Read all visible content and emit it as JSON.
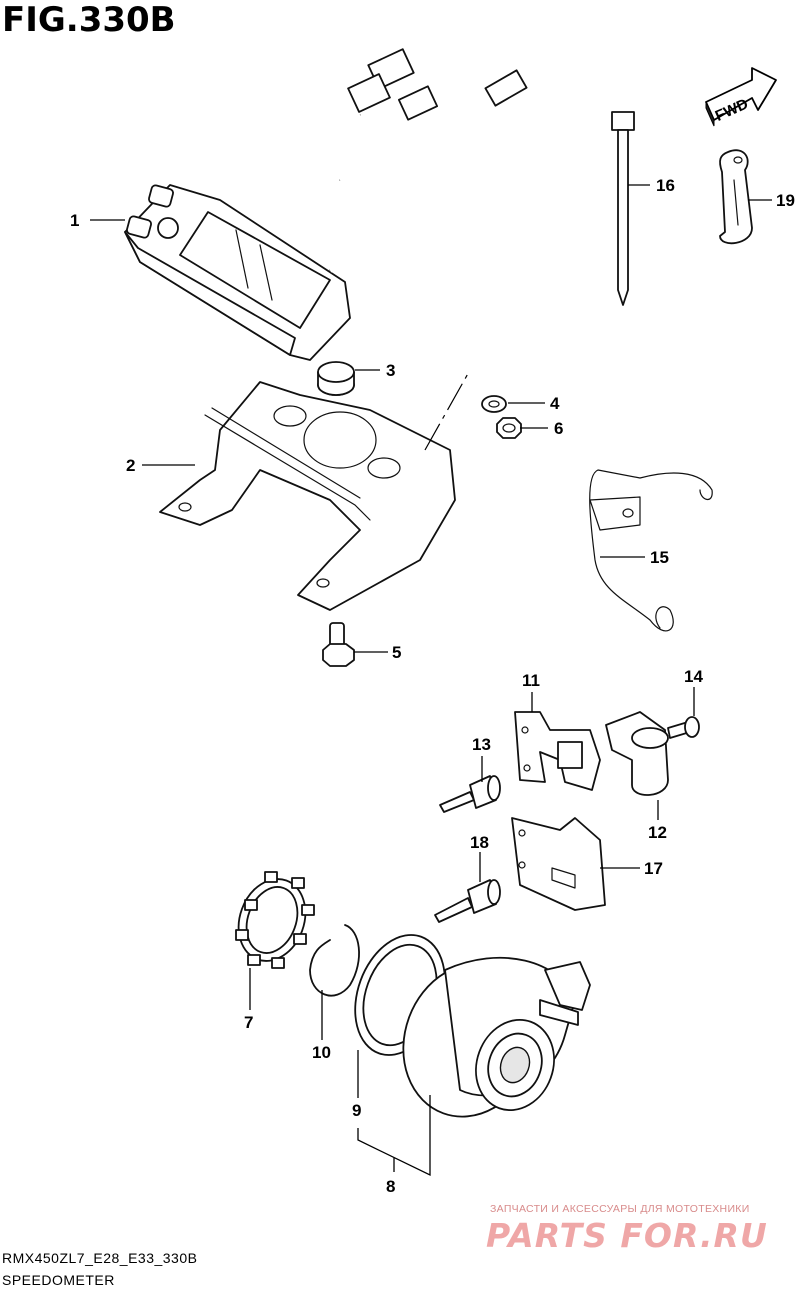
{
  "figure": {
    "title": "FIG.330B",
    "model_code": "RMX450ZL7_E28_E33_330B",
    "name": "SPEEDOMETER",
    "direction_label": "FWD"
  },
  "callouts": [
    {
      "id": "1",
      "label": "1"
    },
    {
      "id": "2",
      "label": "2"
    },
    {
      "id": "3",
      "label": "3"
    },
    {
      "id": "4",
      "label": "4"
    },
    {
      "id": "5",
      "label": "5"
    },
    {
      "id": "6",
      "label": "6"
    },
    {
      "id": "7",
      "label": "7"
    },
    {
      "id": "8",
      "label": "8"
    },
    {
      "id": "9",
      "label": "9"
    },
    {
      "id": "10",
      "label": "10"
    },
    {
      "id": "11",
      "label": "11"
    },
    {
      "id": "12",
      "label": "12"
    },
    {
      "id": "13",
      "label": "13"
    },
    {
      "id": "14",
      "label": "14"
    },
    {
      "id": "15",
      "label": "15"
    },
    {
      "id": "16",
      "label": "16"
    },
    {
      "id": "17",
      "label": "17"
    },
    {
      "id": "18",
      "label": "18"
    },
    {
      "id": "19",
      "label": "19"
    }
  ],
  "watermark": {
    "tagline": "ЗАПЧАСТИ И АКСЕССУАРЫ ДЛЯ МОТОТЕХНИКИ",
    "logo": "PARTS FOR.RU"
  },
  "colors": {
    "line": "#000000",
    "watermark": "#d84a4a",
    "background": "#ffffff"
  }
}
